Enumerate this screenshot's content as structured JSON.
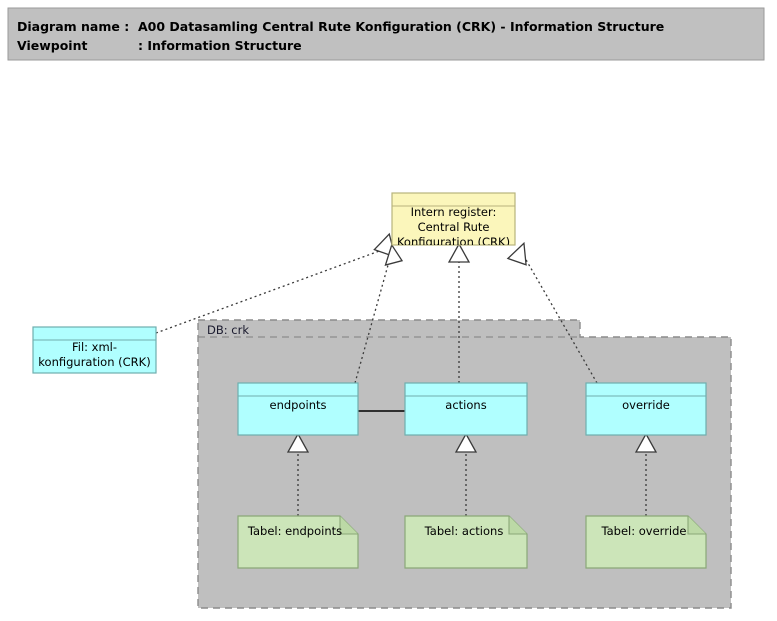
{
  "header": {
    "line1_label": "Diagram name :",
    "line1_value": "A00 Datasamling Central Rute Konfiguration (CRK) - Information Structure",
    "line2_label": "Viewpoint",
    "line2_value": ": Information Structure",
    "fill": "#c0c0c0",
    "stroke": "#808080"
  },
  "colors": {
    "yellow_fill": "#fbf6bb",
    "yellow_stroke": "#b8b37c",
    "cyan_fill": "#b0ffff",
    "cyan_stroke": "#6faeae",
    "green_fill": "#cce5b9",
    "green_stroke": "#8aa878",
    "grey_fill": "#bfbfbf",
    "grey_stroke": "#8c8c8c",
    "line": "#3a3a3a",
    "solid_line": "#000000",
    "canvas": "#ffffff"
  },
  "nodes": {
    "intern_register": {
      "label_line1": "Intern register:",
      "label_line2": "Central Rute",
      "label_line3": "Konfiguration (CRK)",
      "kind": "data-object"
    },
    "xml_file": {
      "label_line1": "Fil: xml-",
      "label_line2": "konfiguration (CRK)",
      "kind": "data-object"
    },
    "endpoints": {
      "label": "endpoints",
      "kind": "data-object"
    },
    "actions": {
      "label": "actions",
      "kind": "data-object"
    },
    "override": {
      "label": "override",
      "kind": "data-object"
    },
    "tabel_endpoints": {
      "label": "Tabel: endpoints",
      "kind": "artifact"
    },
    "tabel_actions": {
      "label": "Tabel: actions",
      "kind": "artifact"
    },
    "tabel_override": {
      "label": "Tabel: override",
      "kind": "artifact"
    }
  },
  "container": {
    "db_label": "DB: crk",
    "kind": "grouping"
  }
}
